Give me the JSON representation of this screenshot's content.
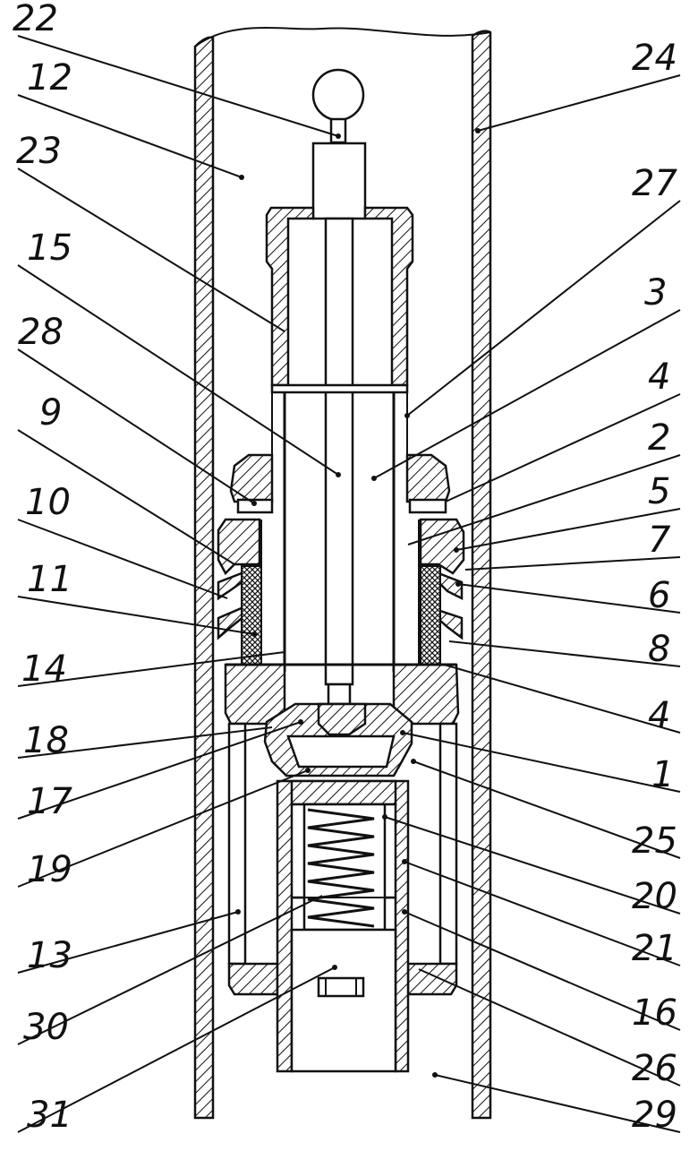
{
  "labels_left": [
    "22",
    "12",
    "23",
    "15",
    "28",
    "9",
    "10",
    "11",
    "14",
    "18",
    "17",
    "19",
    "13",
    "30",
    "31"
  ],
  "labels_right": [
    "24",
    "27",
    "3",
    "4",
    "2",
    "5",
    "7",
    "6",
    "8",
    "4",
    "1",
    "25",
    "20",
    "21",
    "16",
    "26",
    "29"
  ],
  "colors": {
    "ink": "#111111",
    "paper": "#ffffff"
  }
}
